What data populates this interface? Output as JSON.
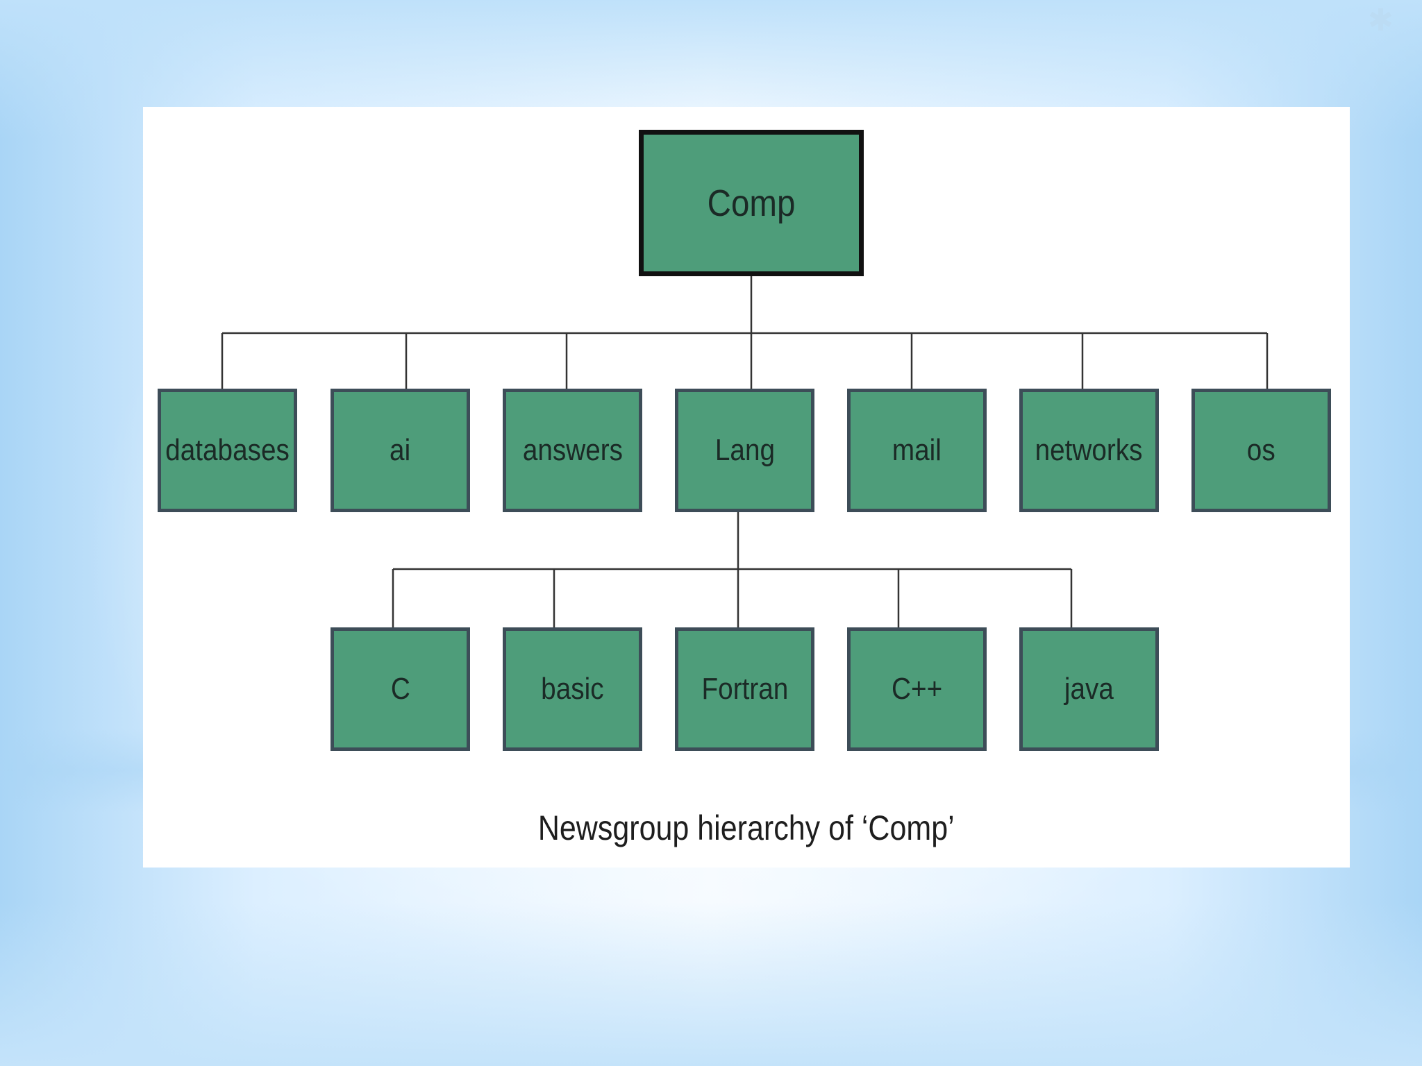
{
  "diagram": {
    "root": "Comp",
    "level1": [
      "databases",
      "ai",
      "answers",
      "Lang",
      "mail",
      "networks",
      "os"
    ],
    "level2": [
      "C",
      "basic",
      "Fortran",
      "C++",
      "java"
    ],
    "caption": "Newsgroup hierarchy of ‘Comp’"
  },
  "colors": {
    "node_fill": "#4e9d7a",
    "node_border": "#3d4d58",
    "root_border": "#111111",
    "connector": "#333333"
  },
  "icons": [
    "asterisk-icon"
  ]
}
